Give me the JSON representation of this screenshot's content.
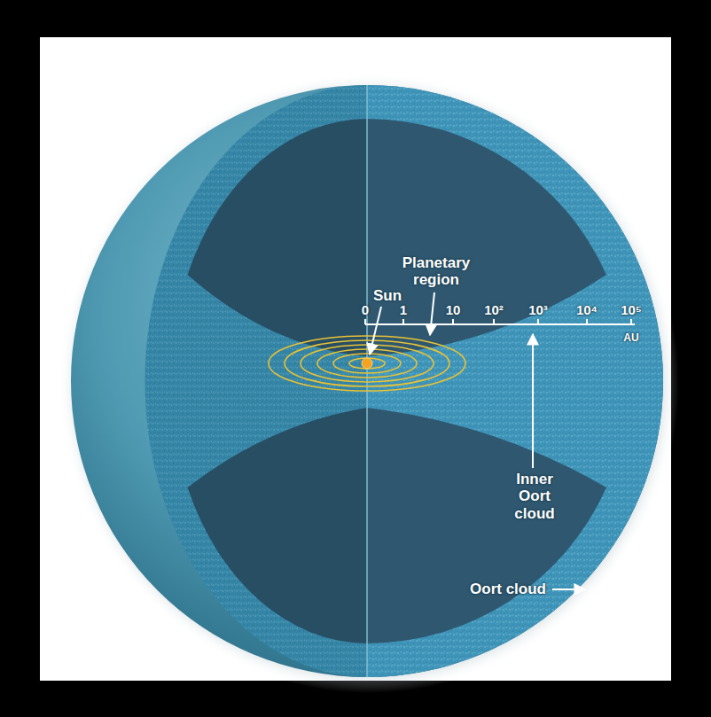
{
  "diagram": {
    "labels": [
      "Planetary region",
      "Sun",
      "0",
      "1",
      "10",
      "10²",
      "10³",
      "10⁴",
      "10⁵",
      "AU",
      "Inner Oort cloud",
      "Oort cloud"
    ]
  }
}
